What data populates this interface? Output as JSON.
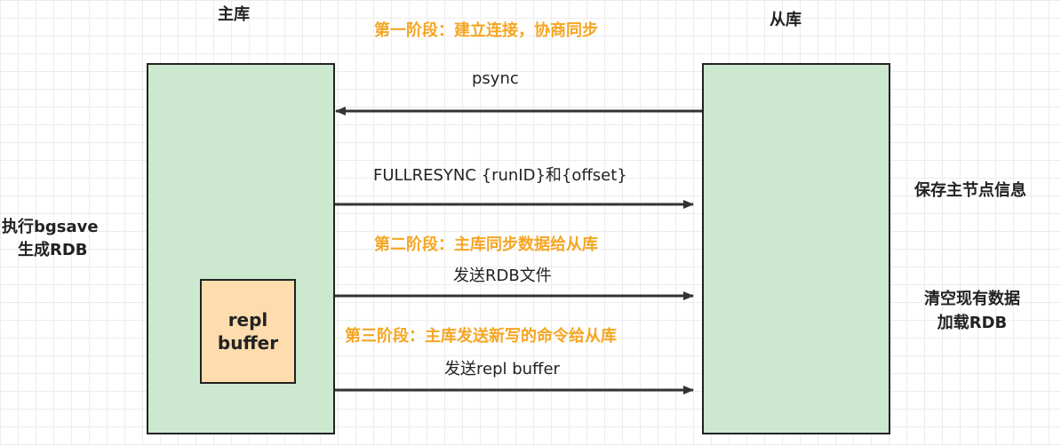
{
  "master": {
    "title": "主库",
    "side_note": [
      "执行bgsave",
      "生成RDB"
    ]
  },
  "replica": {
    "title": "从库",
    "side_note_1": "保存主节点信息",
    "side_note_2": [
      "清空现有数据",
      "加载RDB"
    ]
  },
  "phases": {
    "phase1": "第一阶段：建立连接，协商同步",
    "phase2": "第二阶段：主库同步数据给从库",
    "phase3": "第三阶段：主库发送新写的命令给从库"
  },
  "messages": {
    "psync": "psync",
    "fullresync": "FULLRESYNC {runID}和{offset}",
    "send_rdb": "发送RDB文件",
    "send_buffer": "发送repl buffer"
  },
  "buffer": {
    "lines": [
      "repl",
      "buffer"
    ]
  },
  "colors": {
    "server_fill": "#cce8cf",
    "buffer_fill": "#fddcad",
    "phase_text": "#f5a623",
    "arrow": "#333333"
  }
}
